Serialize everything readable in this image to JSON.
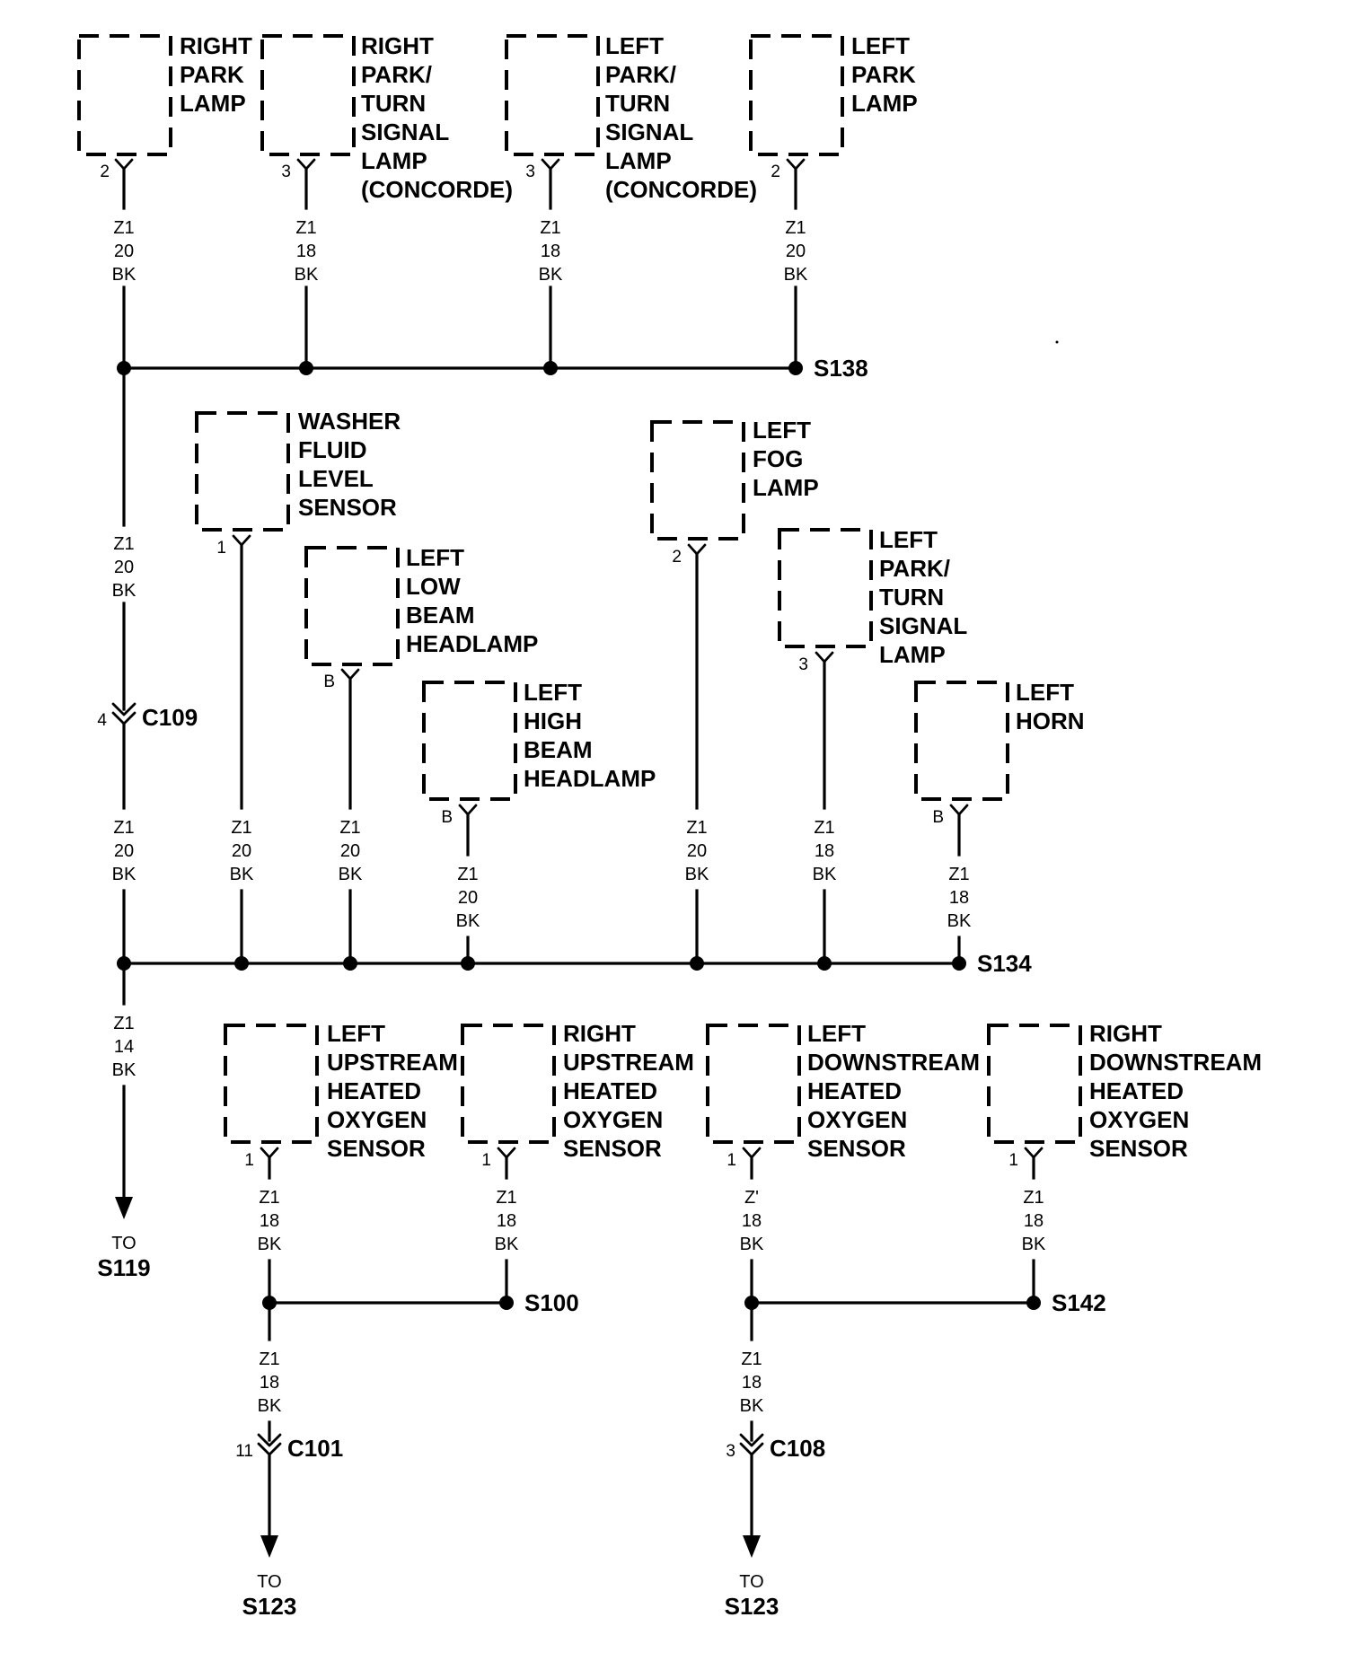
{
  "components": [
    {
      "id": "right-park-lamp",
      "label": [
        "RIGHT",
        "PARK",
        "LAMP"
      ],
      "pin": "2",
      "wire": [
        "Z1",
        "20",
        "BK"
      ]
    },
    {
      "id": "right-park-turn-signal-lamp-concorde",
      "label": [
        "RIGHT",
        "PARK/",
        "TURN",
        "SIGNAL",
        "LAMP",
        "(CONCORDE)"
      ],
      "pin": "3",
      "wire": [
        "Z1",
        "18",
        "BK"
      ]
    },
    {
      "id": "left-park-turn-signal-lamp-concorde",
      "label": [
        "LEFT",
        "PARK/",
        "TURN",
        "SIGNAL",
        "LAMP",
        "(CONCORDE)"
      ],
      "pin": "3",
      "wire": [
        "Z1",
        "18",
        "BK"
      ]
    },
    {
      "id": "left-park-lamp",
      "label": [
        "LEFT",
        "PARK",
        "LAMP"
      ],
      "pin": "2",
      "wire": [
        "Z1",
        "20",
        "BK"
      ]
    },
    {
      "id": "washer-fluid-level-sensor",
      "label": [
        "WASHER",
        "FLUID",
        "LEVEL",
        "SENSOR"
      ],
      "pin": "1",
      "wire": [
        "Z1",
        "20",
        "BK"
      ]
    },
    {
      "id": "left-low-beam-headlamp",
      "label": [
        "LEFT",
        "LOW",
        "BEAM",
        "HEADLAMP"
      ],
      "pin": "B",
      "wire": [
        "Z1",
        "20",
        "BK"
      ]
    },
    {
      "id": "left-high-beam-headlamp",
      "label": [
        "LEFT",
        "HIGH",
        "BEAM",
        "HEADLAMP"
      ],
      "pin": "B",
      "wire": [
        "Z1",
        "20",
        "BK"
      ]
    },
    {
      "id": "left-fog-lamp",
      "label": [
        "LEFT",
        "FOG",
        "LAMP"
      ],
      "pin": "2",
      "wire": [
        "Z1",
        "20",
        "BK"
      ]
    },
    {
      "id": "left-park-turn-signal-lamp",
      "label": [
        "LEFT",
        "PARK/",
        "TURN",
        "SIGNAL",
        "LAMP"
      ],
      "pin": "3",
      "wire": [
        "Z1",
        "18",
        "BK"
      ]
    },
    {
      "id": "left-horn",
      "label": [
        "LEFT",
        "HORN"
      ],
      "pin": "B",
      "wire": [
        "Z1",
        "18",
        "BK"
      ]
    },
    {
      "id": "left-upstream-heated-oxygen-sensor",
      "label": [
        "LEFT",
        "UPSTREAM",
        "HEATED",
        "OXYGEN",
        "SENSOR"
      ],
      "pin": "1",
      "wire": [
        "Z1",
        "18",
        "BK"
      ]
    },
    {
      "id": "right-upstream-heated-oxygen-sensor",
      "label": [
        "RIGHT",
        "UPSTREAM",
        "HEATED",
        "OXYGEN",
        "SENSOR"
      ],
      "pin": "1",
      "wire": [
        "Z1",
        "18",
        "BK"
      ]
    },
    {
      "id": "left-downstream-heated-oxygen-sensor",
      "label": [
        "LEFT",
        "DOWNSTREAM",
        "HEATED",
        "OXYGEN",
        "SENSOR"
      ],
      "pin": "1",
      "wire": [
        "Z'",
        "18",
        "BK"
      ]
    },
    {
      "id": "right-downstream-heated-oxygen-sensor",
      "label": [
        "RIGHT",
        "DOWNSTREAM",
        "HEATED",
        "OXYGEN",
        "SENSOR"
      ],
      "pin": "1",
      "wire": [
        "Z1",
        "18",
        "BK"
      ]
    }
  ],
  "splices": {
    "s138": "S138",
    "s134": "S134",
    "s100": "S100",
    "s142": "S142"
  },
  "connectors": {
    "c109": {
      "name": "C109",
      "pin": "4"
    },
    "c101": {
      "name": "C101",
      "pin": "11"
    },
    "c108": {
      "name": "C108",
      "pin": "3"
    }
  },
  "wires": {
    "s138_to_c109": [
      "Z1",
      "20",
      "BK"
    ],
    "c109_to_s134": [
      "Z1",
      "20",
      "BK"
    ],
    "s134_to_s119": [
      "Z1",
      "14",
      "BK"
    ],
    "s100_to_c101": [
      "Z1",
      "18",
      "BK"
    ],
    "s142_to_c108": [
      "Z1",
      "18",
      "BK"
    ]
  },
  "destinations": {
    "s119": {
      "to": "TO",
      "name": "S119"
    },
    "s123_left": {
      "to": "TO",
      "name": "S123"
    },
    "s123_right": {
      "to": "TO",
      "name": "S123"
    }
  }
}
